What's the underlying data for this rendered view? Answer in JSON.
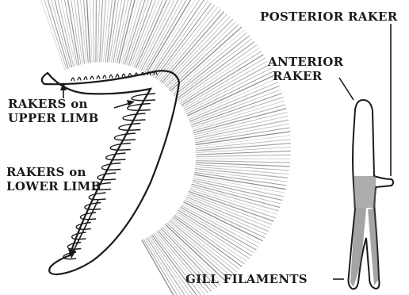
{
  "labels": {
    "rakers_upper_line1": "RAKERS on",
    "rakers_upper_line2": "UPPER LIMB",
    "rakers_lower_line1": "RAKERS on",
    "rakers_lower_line2": "LOWER LIMB",
    "gill_filaments": "GILL FILAMENTS",
    "posterior_raker": "POSTERIOR RAKER",
    "anterior_raker_line1": "ANTERIOR",
    "anterior_raker_line2": "RAKER"
  },
  "colors": {
    "ink": "#1a1a1a",
    "filament_shade": "#7a7a7a",
    "paper": "#ffffff"
  }
}
